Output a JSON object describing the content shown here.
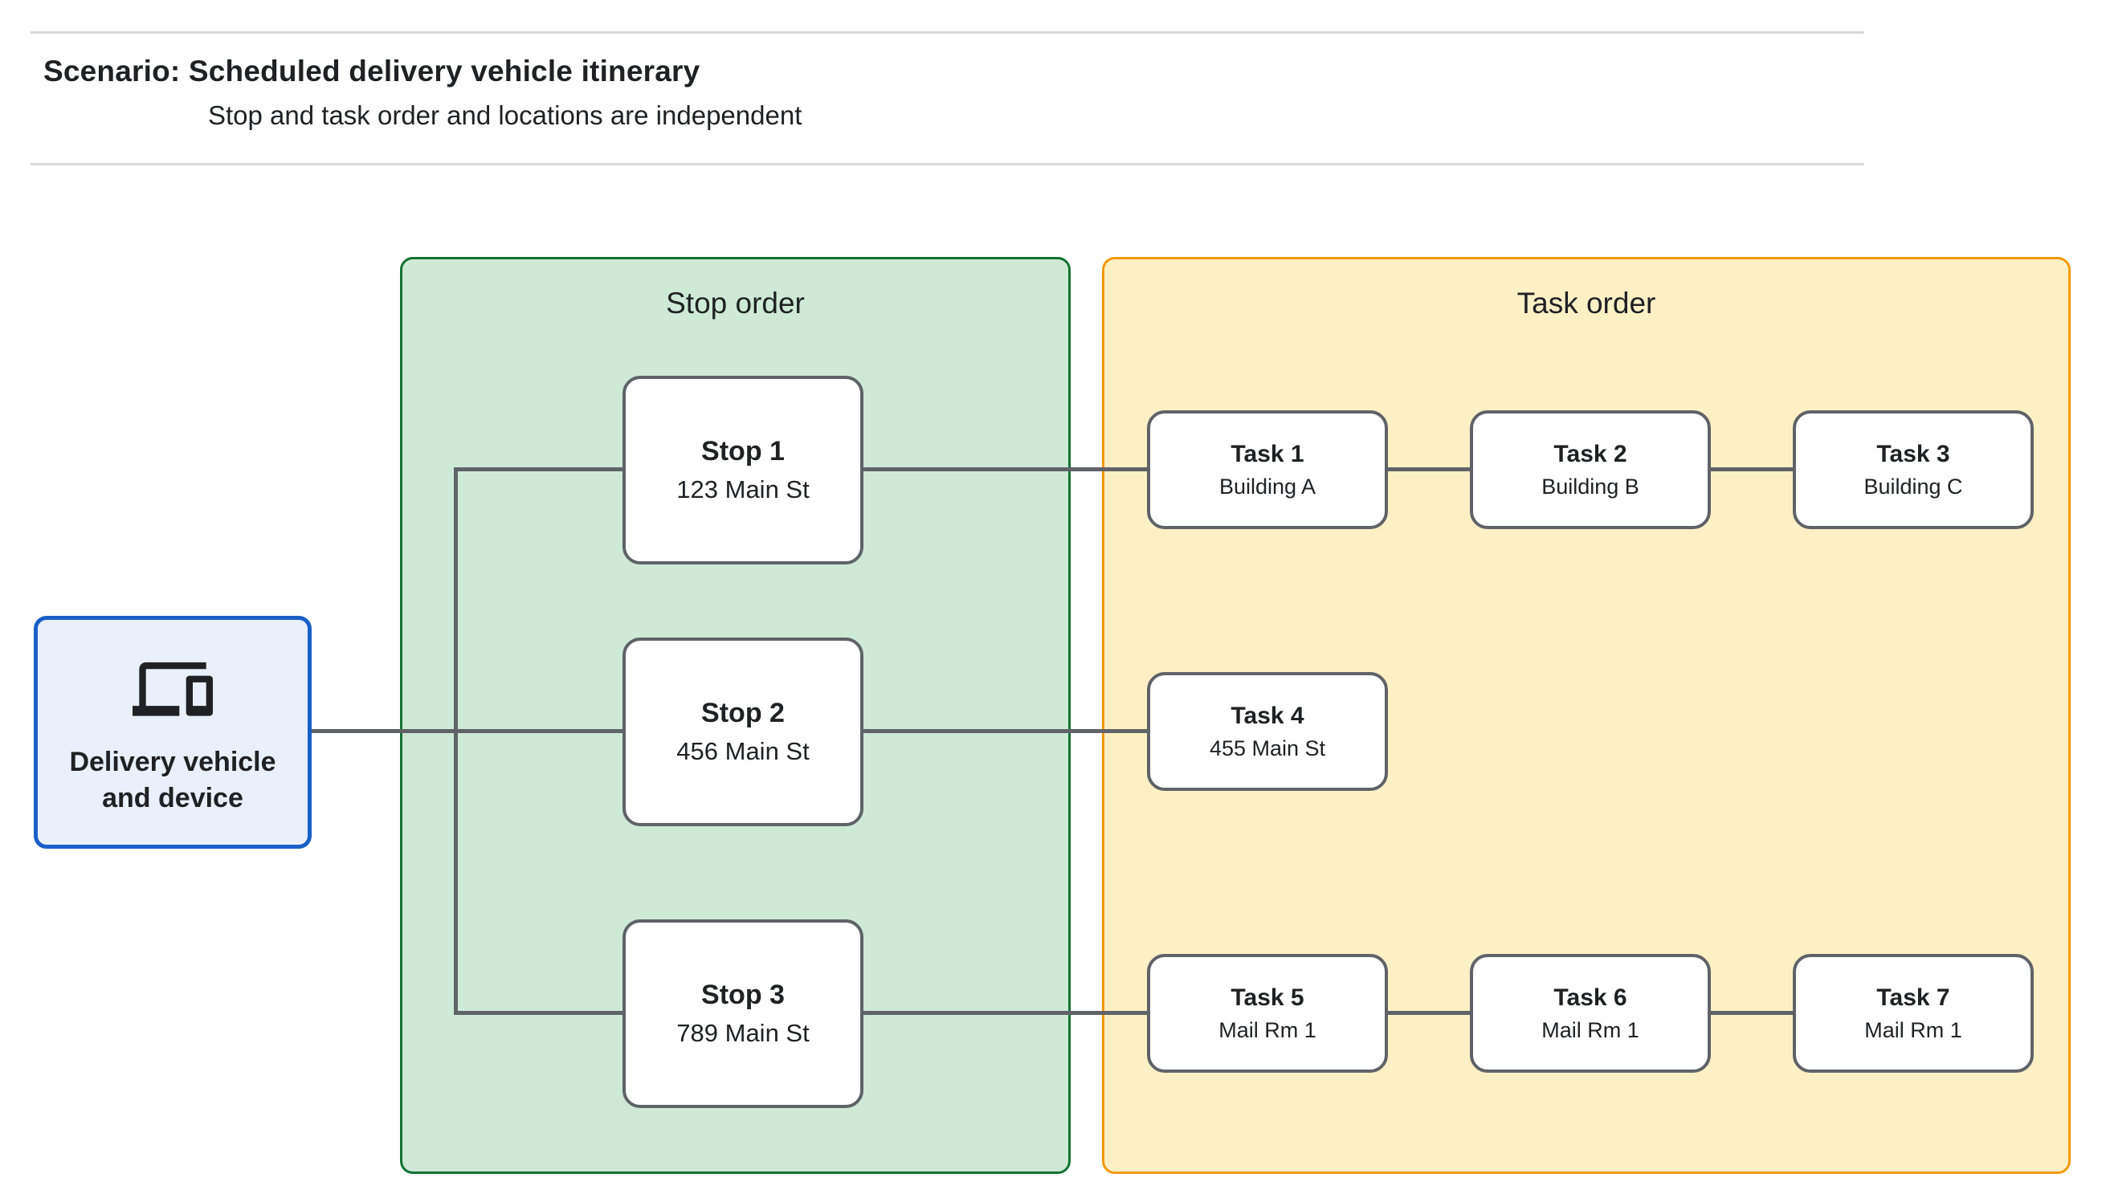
{
  "header": {
    "title": "Scenario: Scheduled delivery vehicle itinerary",
    "subtitle": "Stop and task order and locations are independent"
  },
  "device": {
    "label_line1": "Delivery vehicle",
    "label_line2": "and device",
    "icon": "laptop-and-phone-devices-icon"
  },
  "panels": {
    "stop": {
      "title": "Stop order",
      "fill": "#CFE9D7",
      "border": "#137333"
    },
    "task": {
      "title": "Task order",
      "fill": "#FDF0C5",
      "border": "#F29900"
    }
  },
  "stops": [
    {
      "title": "Stop 1",
      "subtitle": "123 Main St"
    },
    {
      "title": "Stop 2",
      "subtitle": "456 Main St"
    },
    {
      "title": "Stop 3",
      "subtitle": "789 Main St"
    }
  ],
  "tasks": [
    {
      "title": "Task 1",
      "subtitle": "Building A"
    },
    {
      "title": "Task 2",
      "subtitle": "Building B"
    },
    {
      "title": "Task 3",
      "subtitle": "Building C"
    },
    {
      "title": "Task 4",
      "subtitle": "455 Main St"
    },
    {
      "title": "Task 5",
      "subtitle": "Mail Rm 1"
    },
    {
      "title": "Task 6",
      "subtitle": "Mail Rm 1"
    },
    {
      "title": "Task 7",
      "subtitle": "Mail Rm 1"
    }
  ],
  "colors": {
    "connector": "#5F6368",
    "node_border": "#5F6368",
    "device_fill": "#E9F0FB",
    "device_border": "#1A5FC8",
    "text": "#202124",
    "rule": "#D9D9D9"
  }
}
